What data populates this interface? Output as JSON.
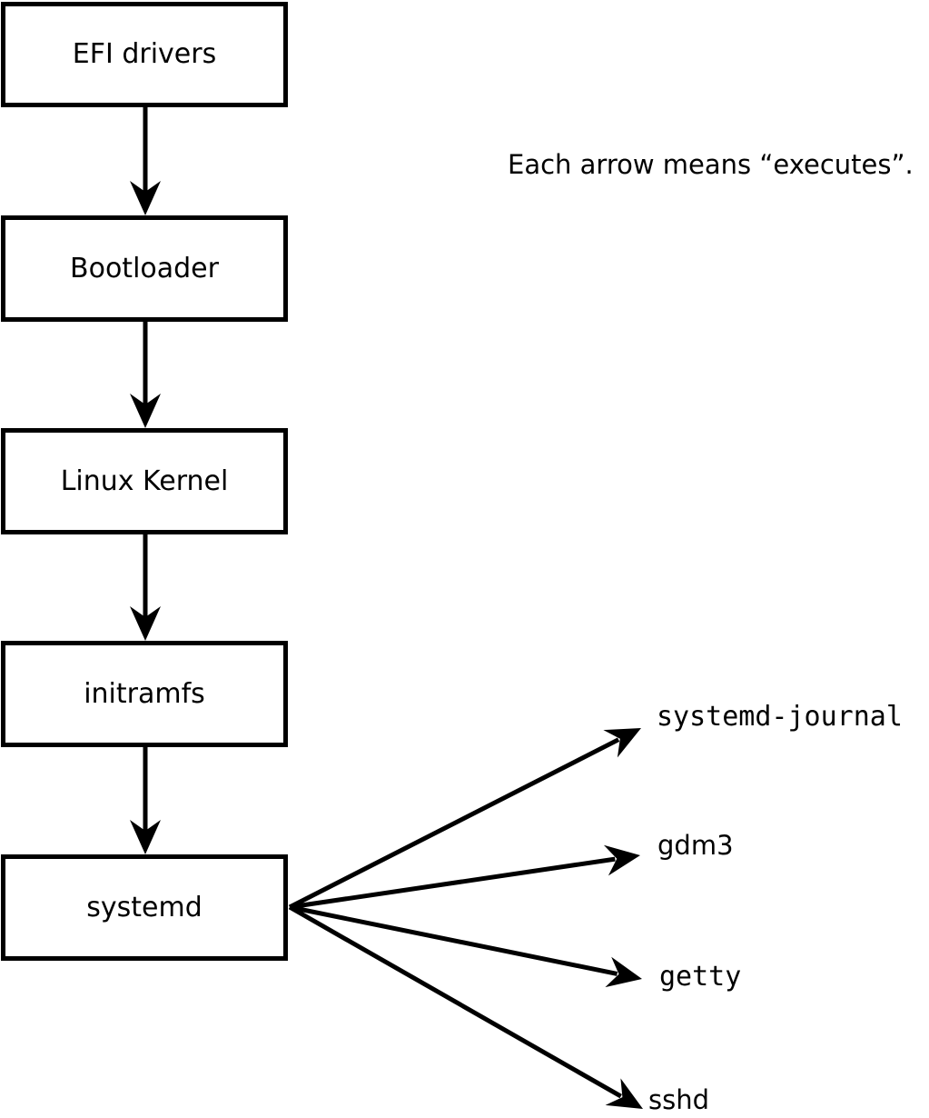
{
  "colors": {
    "ink": "#000000",
    "background": "#ffffff"
  },
  "annotation": {
    "text": "Each arrow means “executes”."
  },
  "chain": [
    {
      "id": "efi-drivers",
      "label": "EFI drivers"
    },
    {
      "id": "bootloader",
      "label": "Bootloader"
    },
    {
      "id": "linux-kernel",
      "label": "Linux Kernel"
    },
    {
      "id": "initramfs",
      "label": "initramfs"
    },
    {
      "id": "systemd",
      "label": "systemd"
    }
  ],
  "targets": [
    {
      "id": "systemd-journal",
      "label": "systemd-journal"
    },
    {
      "id": "gdm3",
      "label": "gdm3"
    },
    {
      "id": "getty",
      "label": "getty"
    },
    {
      "id": "sshd",
      "label": "sshd"
    }
  ],
  "edges": {
    "meaning": "executes",
    "list": [
      {
        "from": "EFI drivers",
        "to": "Bootloader"
      },
      {
        "from": "Bootloader",
        "to": "Linux Kernel"
      },
      {
        "from": "Linux Kernel",
        "to": "initramfs"
      },
      {
        "from": "initramfs",
        "to": "systemd"
      },
      {
        "from": "systemd",
        "to": "systemd-journal"
      },
      {
        "from": "systemd",
        "to": "gdm3"
      },
      {
        "from": "systemd",
        "to": "getty"
      },
      {
        "from": "systemd",
        "to": "sshd"
      }
    ]
  }
}
